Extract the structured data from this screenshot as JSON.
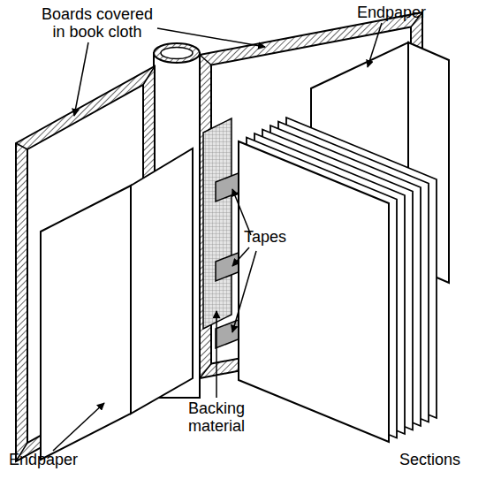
{
  "diagram": {
    "labels": [
      "Boards covered in book cloth",
      "Endpaper",
      "Tapes",
      "Backing material",
      "Endpaper",
      "Sections"
    ]
  }
}
